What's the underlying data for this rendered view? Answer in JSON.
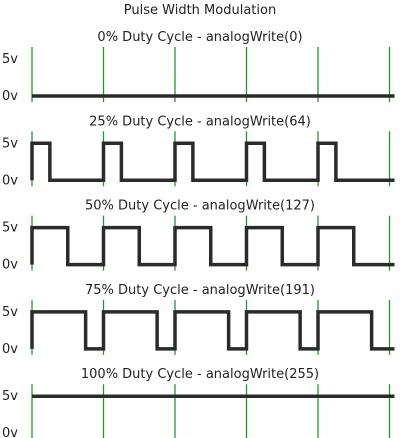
{
  "title": "Pulse Width Modulation",
  "high_label": "5v",
  "low_label": "0v",
  "colors": {
    "tick": "#1f9a2a",
    "signal": "#2b2b2b",
    "text": "#222222"
  },
  "panels": [
    {
      "title": "0% Duty Cycle - analogWrite(0)",
      "duty": 0
    },
    {
      "title": "25% Duty Cycle - analogWrite(64)",
      "duty": 0.25
    },
    {
      "title": "50% Duty Cycle - analogWrite(127)",
      "duty": 0.5
    },
    {
      "title": "75% Duty Cycle - analogWrite(191)",
      "duty": 0.75
    },
    {
      "title": "100% Duty Cycle - analogWrite(255)",
      "duty": 1
    }
  ],
  "periods_shown": 5
}
